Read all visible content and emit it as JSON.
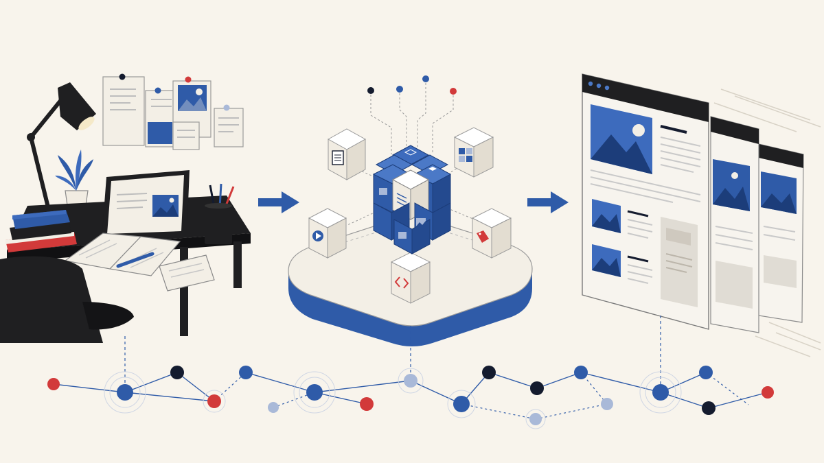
{
  "palette": {
    "background": "#f8f4ec",
    "blue": "#2f5ba8",
    "light_blue": "#a9b9d8",
    "navy": "#141b2e",
    "red": "#d23a3a",
    "desk_black": "#1f1f21",
    "paper": "#f3efe6",
    "cube_face": "#f1ece2"
  },
  "scenes": [
    {
      "name": "workspace",
      "icons": [
        "desk-lamp-icon",
        "plant-icon",
        "tablet-icon",
        "pencil-cup-icon",
        "book-stack-icon",
        "notebook-icon",
        "pinned-notes-icon",
        "chair-icon"
      ]
    },
    {
      "name": "content-hub",
      "icons": [
        "document-icon",
        "image-grid-icon",
        "play-icon",
        "tag-icon",
        "code-icon",
        "text-icon",
        "image-icon"
      ]
    },
    {
      "name": "published-pages",
      "icons": [
        "browser-window-icon",
        "browser-window-icon",
        "browser-window-icon"
      ]
    }
  ],
  "flow_arrows": [
    "right-arrow-icon",
    "right-arrow-icon"
  ],
  "network": {
    "node_colors": [
      "blue",
      "navy",
      "red",
      "light_blue"
    ]
  }
}
